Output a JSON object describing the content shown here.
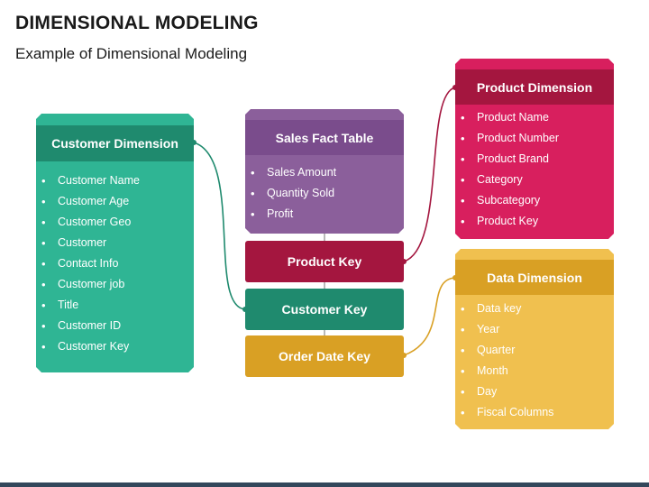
{
  "slide": {
    "title": "DIMENSIONAL MODELING",
    "subtitle": "Example of Dimensional Modeling"
  },
  "colors": {
    "teal": "#2fb594",
    "teal_dark": "#1f8a6e",
    "purple": "#8b5f9b",
    "purple_dark": "#7a4c8c",
    "magenta": "#d81f5e",
    "magenta_dark": "#a4163f",
    "gold": "#f0c04f",
    "gold_dark": "#d9a024",
    "footer": "#33475b"
  },
  "customer_dimension": {
    "title": "Customer Dimension",
    "items": [
      "Customer Name",
      "Customer Age",
      "Customer Geo",
      "Customer",
      "Contact Info",
      "Customer job",
      "Title",
      "Customer ID",
      "Customer Key"
    ]
  },
  "sales_fact_table": {
    "title": "Sales Fact Table",
    "items": [
      "Sales Amount",
      "Quantity Sold",
      "Profit"
    ]
  },
  "keys": {
    "product_key": "Product Key",
    "customer_key": "Customer Key",
    "order_date_key": "Order Date Key"
  },
  "product_dimension": {
    "title": "Product Dimension",
    "items": [
      "Product Name",
      "Product Number",
      "Product Brand",
      "Category",
      "Subcategory",
      "Product Key"
    ]
  },
  "data_dimension": {
    "title": "Data Dimension",
    "items": [
      "Data key",
      "Year",
      "Quarter",
      "Month",
      "Day",
      "Fiscal Columns"
    ]
  }
}
